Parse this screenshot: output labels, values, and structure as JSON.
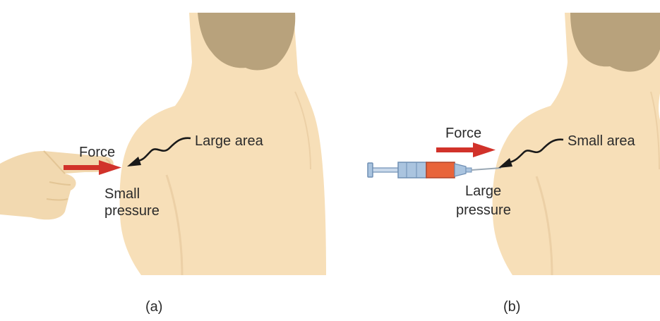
{
  "panels": [
    {
      "id": "a",
      "caption": "(a)",
      "force_label": "Force",
      "area_label": "Large area",
      "pressure_label_line1": "Small",
      "pressure_label_line2": "pressure"
    },
    {
      "id": "b",
      "caption": "(b)",
      "force_label": "Force",
      "area_label": "Small area",
      "pressure_label_line1": "Large",
      "pressure_label_line2": "pressure"
    }
  ],
  "colors": {
    "skin": "#f7dfb8",
    "skin_shadow": "#ecd0a6",
    "hair": "#b8a27c",
    "arrow": "#d1322a",
    "syringe_fluid": "#e8643a",
    "syringe_barrel": "#aac4df"
  }
}
